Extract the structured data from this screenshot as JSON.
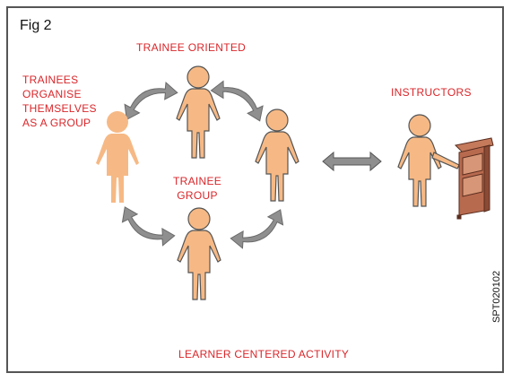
{
  "figure": {
    "label": "Fig 2",
    "code": "SPT020102"
  },
  "labels": {
    "trainee_oriented": "TRAINEE ORIENTED",
    "trainees_organise": "TRAINEES\nORGANISE\nTHEMSELVES\nAS A GROUP",
    "trainee_group": "TRAINEE\nGROUP",
    "instructors": "INSTRUCTORS",
    "learner_centered": "LEARNER CENTERED ACTIVITY"
  },
  "colors": {
    "person_fill": "#f6b985",
    "person_stroke": "#555555",
    "arrow_fill": "#8f8f8f",
    "text_red": "#d9262a",
    "board_fill": "#b86a4f"
  }
}
